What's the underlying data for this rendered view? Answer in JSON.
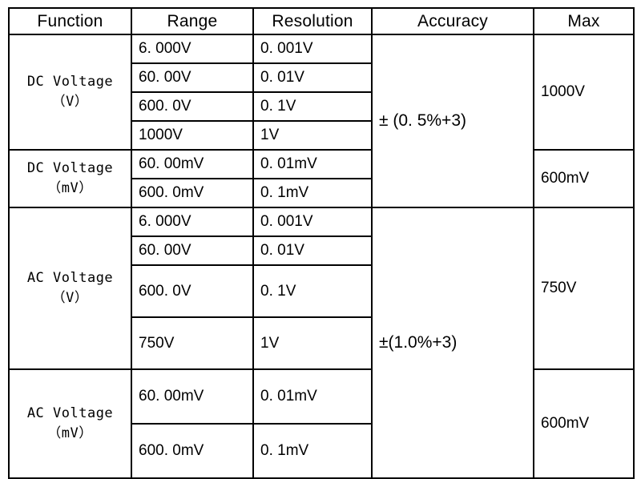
{
  "table": {
    "headers": [
      {
        "label": "Function"
      },
      {
        "label": "Range"
      },
      {
        "label": "Resolution"
      },
      {
        "label": "Accuracy"
      },
      {
        "label": "Max"
      }
    ],
    "groups": [
      {
        "function_name": "DC Voltage",
        "function_unit": "（V）",
        "accuracy": "± (0. 5%+3)",
        "max": "1000V",
        "rows": [
          {
            "range": "6. 000V",
            "resolution": "0. 001V"
          },
          {
            "range": "60. 00V",
            "resolution": "0. 01V"
          },
          {
            "range": "600. 0V",
            "resolution": "0. 1V"
          },
          {
            "range": "1000V",
            "resolution": "1V"
          }
        ]
      },
      {
        "function_name": "DC Voltage",
        "function_unit": "（mV）",
        "accuracy": "± (0. 5%+3)",
        "max": "600mV",
        "rows": [
          {
            "range": "60. 00mV",
            "resolution": "0. 01mV"
          },
          {
            "range": "600. 0mV",
            "resolution": "0. 1mV"
          }
        ]
      },
      {
        "function_name": "AC Voltage",
        "function_unit": "（V）",
        "accuracy": "±(1.0%+3)",
        "max": "750V",
        "rows": [
          {
            "range": "6. 000V",
            "resolution": "0. 001V"
          },
          {
            "range": "60. 00V",
            "resolution": "0. 01V"
          },
          {
            "range": "600. 0V",
            "resolution": "0. 1V"
          },
          {
            "range": "750V",
            "resolution": "1V"
          }
        ]
      },
      {
        "function_name": "AC Voltage",
        "function_unit": "（mV）",
        "accuracy": "±(1.0%+3)",
        "max": "600mV",
        "rows": [
          {
            "range": "60. 00mV",
            "resolution": "0. 01mV"
          },
          {
            "range": "600. 0mV",
            "resolution": "0. 1mV"
          }
        ]
      }
    ]
  },
  "style": {
    "border_color": "#000000",
    "text_color": "#000000",
    "background": "#ffffff"
  }
}
